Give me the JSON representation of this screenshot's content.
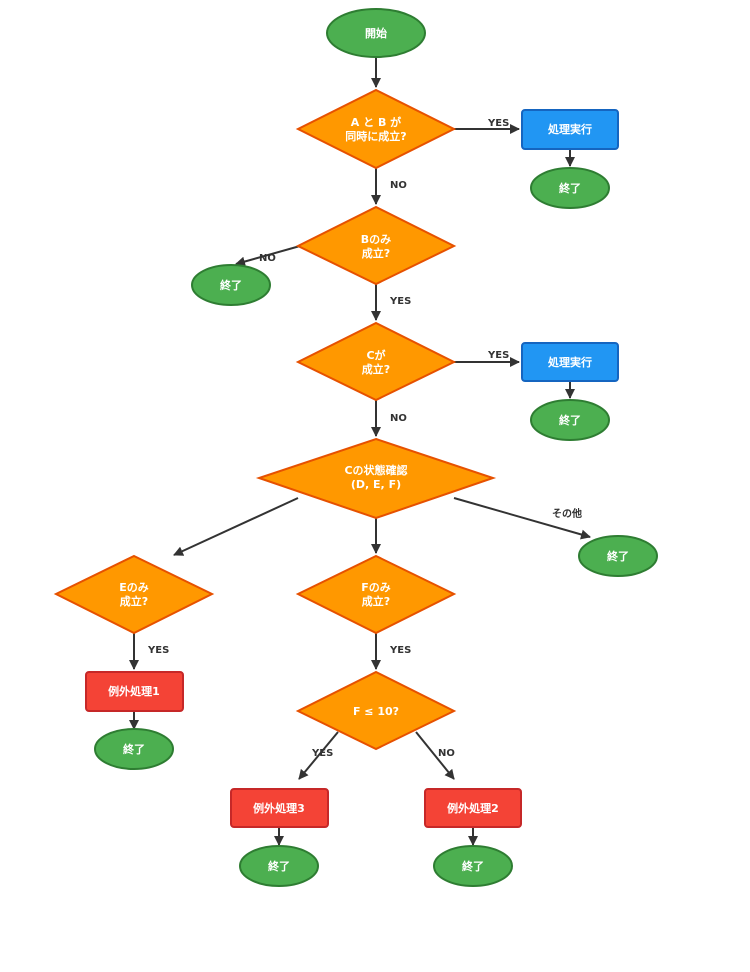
{
  "colors": {
    "terminal_fill": "#4caf50",
    "terminal_stroke": "#2e7d32",
    "decision_fill": "#ff9800",
    "decision_stroke": "#e65100",
    "process_fill": "#2196f3",
    "process_stroke": "#1565c0",
    "exception_fill": "#f44336",
    "exception_stroke": "#c62828",
    "edge": "#333333"
  },
  "nodes": {
    "start": "開始",
    "d_ab_line1": "A と B が",
    "d_ab_line2": "同時に成立?",
    "proc_1": "処理実行",
    "end_1": "終了",
    "d_b_line1": "Bのみ",
    "d_b_line2": "成立?",
    "end_2": "終了",
    "d_c_line1": "Cが",
    "d_c_line2": "成立?",
    "proc_2": "処理実行",
    "end_3": "終了",
    "d_cs_line1": "Cの状態確認",
    "d_cs_line2": "(D, E, F)",
    "end_4": "終了",
    "d_e_line1": "Eのみ",
    "d_e_line2": "成立?",
    "d_f_line1": "Fのみ",
    "d_f_line2": "成立?",
    "exc_1": "例外処理1",
    "end_5": "終了",
    "d_f10": "F ≤ 10?",
    "exc_3": "例外処理3",
    "exc_2": "例外処理2",
    "end_6": "終了",
    "end_7": "終了"
  },
  "edges": {
    "ab_yes": "YES",
    "ab_no": "NO",
    "b_no": "NO",
    "b_yes": "YES",
    "c_yes": "YES",
    "c_no": "NO",
    "cs_other": "その他",
    "e_yes": "YES",
    "f_yes": "YES",
    "f10_yes": "YES",
    "f10_no": "NO"
  }
}
